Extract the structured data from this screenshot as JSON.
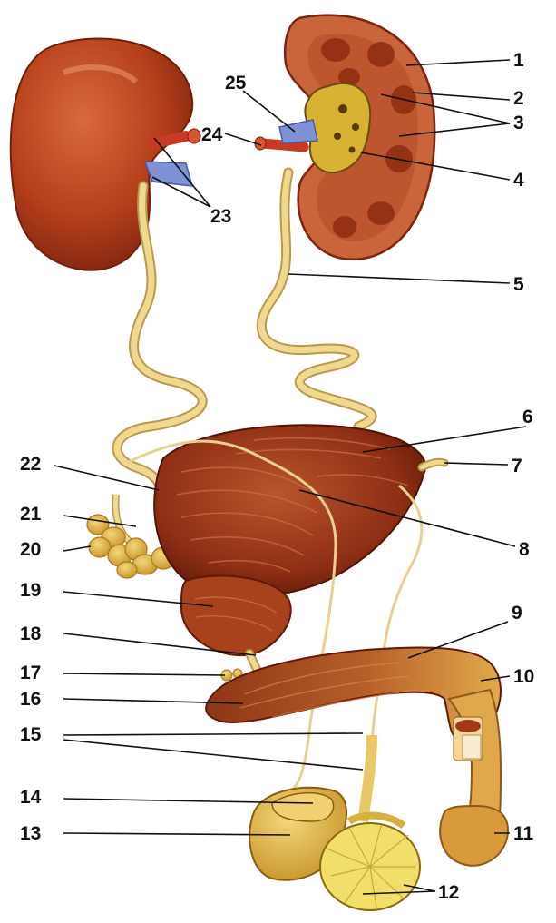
{
  "figure": {
    "labels": [
      "1",
      "2",
      "3",
      "4",
      "5",
      "6",
      "7",
      "8",
      "9",
      "10",
      "11",
      "12",
      "13",
      "14",
      "15",
      "16",
      "17",
      "18",
      "19",
      "20",
      "21",
      "22",
      "23",
      "24",
      "25"
    ]
  },
  "colors": {
    "kidney": "#b5401b",
    "kidney_dark": "#7e2410",
    "cortex": "#c9653a",
    "pelvis": "#d8b232",
    "ureter": "#f0d890",
    "ureter_edge": "#b89a4a",
    "bladder": "#8e2e14",
    "bladder_light": "#b0502a",
    "gland": "#e2b84a",
    "artery": "#c83a25",
    "vein": "#7f92d6",
    "testis": "#e8c548",
    "penis_dark": "#a04a22",
    "penis_light": "#e0a84a",
    "line": "#111111"
  }
}
